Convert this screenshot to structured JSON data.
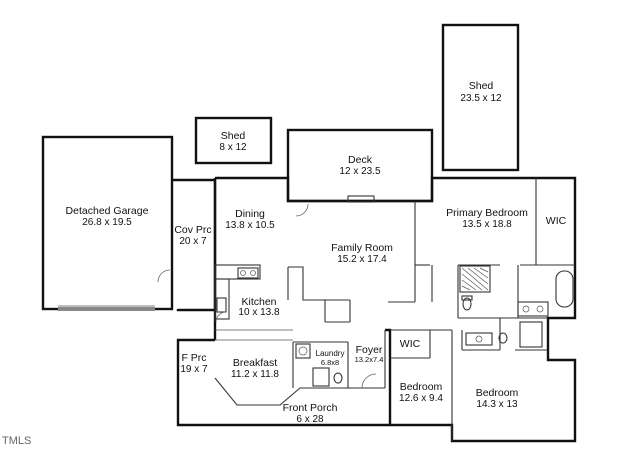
{
  "rooms": {
    "shed_large": {
      "name": "Shed",
      "dim": "23.5 x 12"
    },
    "shed_small": {
      "name": "Shed",
      "dim": "8 x 12"
    },
    "deck": {
      "name": "Deck",
      "dim": "12 x 23.5"
    },
    "garage": {
      "name": "Detached Garage",
      "dim": "26.8 x 19.5"
    },
    "cov_prc": {
      "name": "Cov Prc",
      "dim": "20 x 7"
    },
    "dining": {
      "name": "Dining",
      "dim": "13.8 x 10.5"
    },
    "family": {
      "name": "Family Room",
      "dim": "15.2 x 17.4"
    },
    "primary": {
      "name": "Primary Bedroom",
      "dim": "13.5 x 18.8"
    },
    "wic_primary": {
      "name": "WIC"
    },
    "kitchen": {
      "name": "Kitchen",
      "dim": "10 x 13.8"
    },
    "laundry": {
      "name": "Laundry",
      "dim": "6.8x8"
    },
    "foyer": {
      "name": "Foyer",
      "dim": "13.2x7.4"
    },
    "wic_bed": {
      "name": "WIC"
    },
    "f_prc": {
      "name": "F Prc",
      "dim": "19 x 7"
    },
    "breakfast": {
      "name": "Breakfast",
      "dim": "11.2 x 11.8"
    },
    "bedroom2": {
      "name": "Bedroom",
      "dim": "12.6 x 9.4"
    },
    "bedroom3": {
      "name": "Bedroom",
      "dim": "14.3 x 13"
    },
    "front_porch": {
      "name": "Front Porch",
      "dim": "6 x 28"
    }
  },
  "watermark": "TMLS"
}
